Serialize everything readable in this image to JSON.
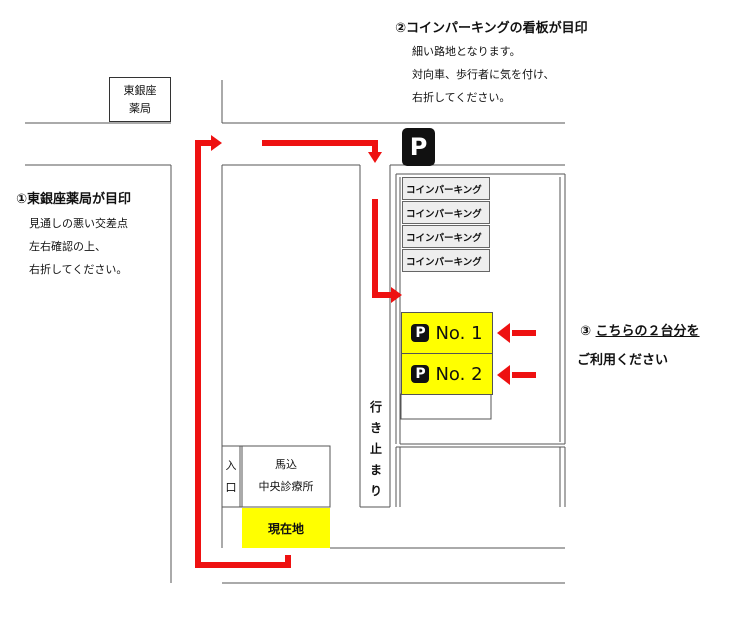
{
  "pharmacy": {
    "line1": "東銀座",
    "line2": "薬局"
  },
  "landmark1": {
    "heading": "①東銀座薬局が目印",
    "lines": [
      "見通しの悪い交差点",
      "左右確認の上、",
      "右折してください。"
    ]
  },
  "landmark2": {
    "heading": "②コインパーキングの看板が目印",
    "lines": [
      "細い路地となります。",
      "対向車、歩行者に気を付け、",
      "右折してください。"
    ]
  },
  "parking_sign": "P",
  "coin_parking_rows": [
    "コインパーキング",
    "コインパーキング",
    "コインパーキング",
    "コインパーキング"
  ],
  "reserved_slots": [
    {
      "badge": "P",
      "label": "No. 1"
    },
    {
      "badge": "P",
      "label": "No. 2"
    }
  ],
  "landmark3": {
    "prefix": "③ ",
    "line1": "こちらの２台分を",
    "line2": "ご利用ください"
  },
  "dead_end": [
    "行",
    "き",
    "止",
    "ま",
    "り"
  ],
  "entrance": [
    "入",
    "口"
  ],
  "clinic": {
    "line1": "馬込",
    "line2": "中央診療所"
  },
  "current_location": "現在地",
  "colors": {
    "arrow": "#ee1111",
    "highlight": "#ffff00",
    "coin_parking_fill": "#eeeeee",
    "sign": "#111111"
  }
}
